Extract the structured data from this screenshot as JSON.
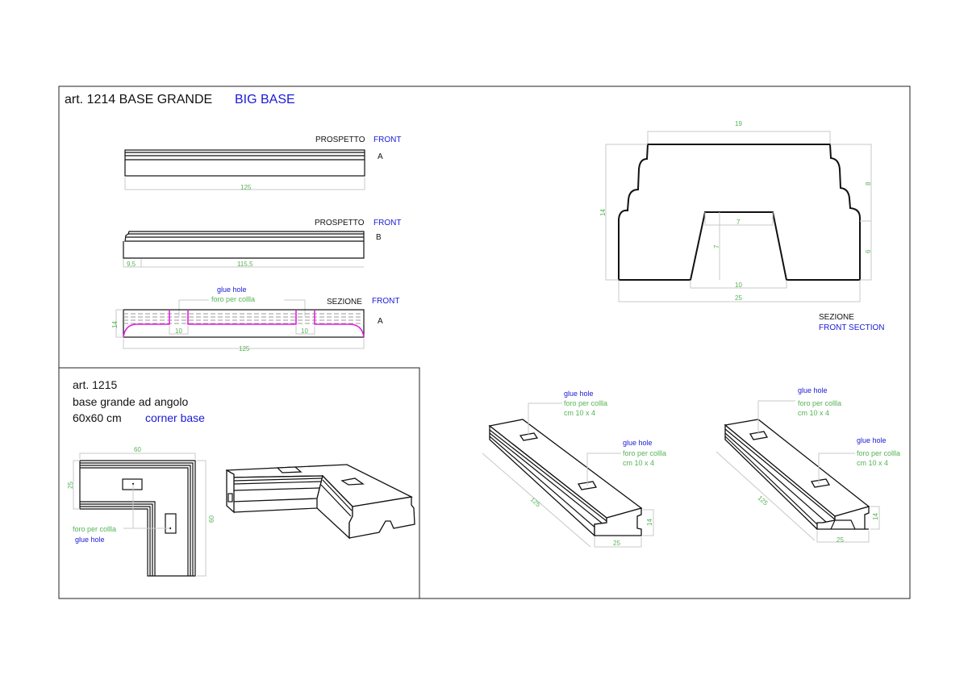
{
  "sheet1": {
    "title": "art. 1214 BASE GRANDE",
    "title_en": "BIG BASE",
    "view_a": {
      "label": "PROSPETTO",
      "label_en": "FRONT",
      "tag": "A",
      "dim_length": "125"
    },
    "view_b": {
      "label": "PROSPETTO",
      "label_en": "FRONT",
      "tag": "B",
      "dim_left": "9,5",
      "dim_rest": "115,5"
    },
    "section": {
      "label": "SEZIONE",
      "label_en": "FRONT",
      "tag": "A",
      "glue_en": "glue hole",
      "glue_it": "foro per collla",
      "dim_hole1": "10",
      "dim_hole2": "10",
      "dim_height": "14",
      "dim_length": "125"
    },
    "cross_section": {
      "label": "SEZIONE",
      "label_en": "FRONT SECTION",
      "dim_top": "19",
      "dim_total_height": "14",
      "dim_upper": "8",
      "dim_lower": "6",
      "dim_channel_top": "7",
      "dim_channel_height": "7",
      "dim_channel_bottom": "10",
      "dim_width": "25"
    },
    "iso_left": {
      "glue_en_1": "glue hole",
      "glue_it_1": "foro per collla",
      "glue_size_1": "cm 10 x 4",
      "glue_en_2": "glue hole",
      "glue_it_2": "foro per collla",
      "glue_size_2": "cm 10 x 4",
      "dim_length": "125",
      "dim_width": "25",
      "dim_height": "14"
    },
    "iso_right": {
      "glue_en_1": "glue hole",
      "glue_it_1": "foro per collla",
      "glue_size_1": "cm 10 x 4",
      "glue_en_2": "glue hole",
      "glue_it_2": "foro per collla",
      "glue_size_2": "cm 10 x 4",
      "dim_length": "125",
      "dim_width": "25",
      "dim_height": "14"
    }
  },
  "sheet2": {
    "title_line1": "art. 1215",
    "title_line2": "base grande ad angolo",
    "title_line3": "60x60 cm",
    "title_en": "corner base",
    "dim_width": "60",
    "dim_arm": "25",
    "dim_height": "60",
    "glue_it": "foro per collla",
    "glue_en": "glue hole"
  }
}
